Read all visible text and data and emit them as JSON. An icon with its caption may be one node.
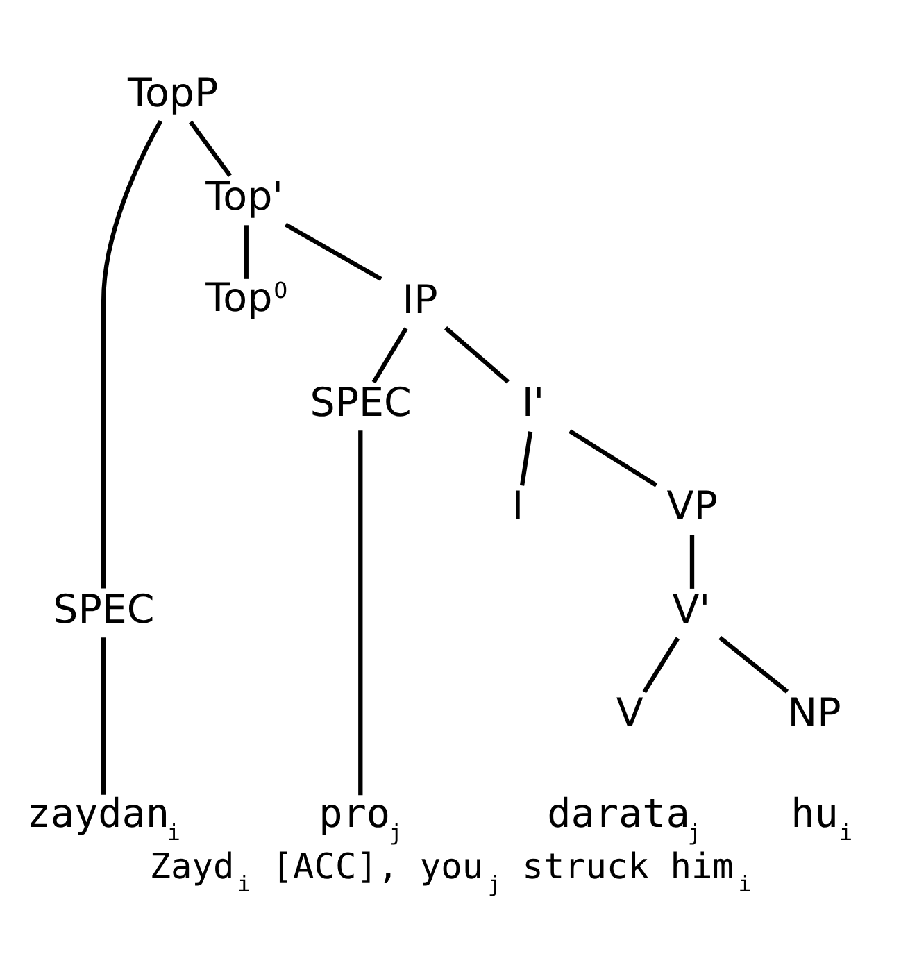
{
  "diagram": {
    "caption": "Zayd$_{i}$ [ACC], you$_{j}$ struck him$_{i}$",
    "nodes": [
      {
        "text": [
          "TopP"
        ]
      },
      {
        "text": [
          "SPEC"
        ]
      },
      {
        "text": [
          "Top'"
        ]
      },
      {
        "text": [
          "Top$^{0}$"
        ]
      },
      {
        "text": [
          "IP"
        ]
      },
      {
        "text": [
          "SPEC"
        ]
      },
      {
        "text": [
          "I'"
        ]
      },
      {
        "text": [
          "I"
        ]
      },
      {
        "text": [
          "VP"
        ]
      },
      {
        "text": [
          "V'"
        ]
      },
      {
        "text": [
          "V"
        ]
      },
      {
        "text": [
          "NP"
        ]
      },
      {
        "text": [
          "zaydan$_{i}$"
        ]
      },
      {
        "text": [
          "pro$_{j}$"
        ]
      }
    ],
    "edges": [
      {
        "from": 0,
        "to": 1,
        "arrow": "none"
      },
      {
        "from": 0,
        "to": 2,
        "arrow": "none"
      },
      {
        "from": 2,
        "to": 3,
        "arrow": "none"
      },
      {
        "from": 2,
        "to": 4,
        "arrow": "none"
      },
      {
        "from": 4,
        "to": 5,
        "arrow": "none"
      },
      {
        "from": 4,
        "to": 6,
        "arrow": "none"
      },
      {
        "from": 6,
        "to": 7,
        "arrow": "none"
      },
      {
        "from": 6,
        "to": 8,
        "arrow": "none"
      },
      {
        "from": 8,
        "to": 9,
        "arrow": "none"
      },
      {
        "from": 9,
        "to": 10,
        "arrow": "none"
      },
      {
        "from": 9,
        "to": 11,
        "arrow": "none"
      },
      {
        "from": 1,
        "to": 12,
        "arrow": "none"
      },
      {
        "from": 5,
        "to": 13,
        "arrow": "none"
      }
    ],
    "labels": [
      "darata$_{j}$",
      "hu$_{i}$"
    ]
  }
}
